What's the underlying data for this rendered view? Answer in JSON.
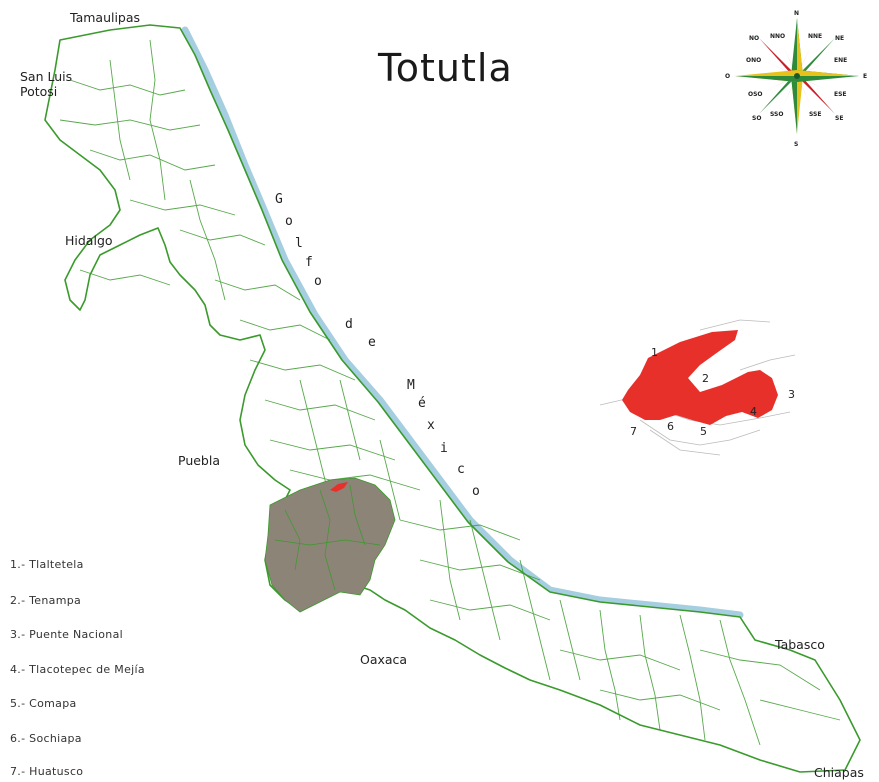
{
  "title": "Totutla",
  "neighbors": {
    "tamaulipas": "Tamaulipas",
    "san_luis_potosi_1": "San Luis",
    "san_luis_potosi_2": "Potosi",
    "hidalgo": "Hidalgo",
    "puebla": "Puebla",
    "oaxaca": "Oaxaca",
    "tabasco": "Tabasco",
    "chiapas": "Chiapas"
  },
  "gulf_letters": [
    "G",
    "o",
    "l",
    "f",
    "o",
    "d",
    "e",
    "M",
    "é",
    "x",
    "i",
    "c",
    "o"
  ],
  "compass": {
    "n": "N",
    "s": "S",
    "e": "E",
    "o": "O",
    "no": "NO",
    "ne": "NE",
    "so": "SO",
    "se": "SE",
    "nno": "NNO",
    "nne": "NNE",
    "ono": "ONO",
    "ene": "ENE",
    "oso": "OSO",
    "ese": "ESE",
    "sso": "SSO",
    "sse": "SSE"
  },
  "inset_numbers": [
    "1",
    "2",
    "3",
    "4",
    "5",
    "6",
    "7"
  ],
  "legend": [
    "1.- Tlaltetela",
    "2.- Tenampa",
    "3.- Puente Nacional",
    "4.- Tlacotepec de Mejía",
    "5.- Comapa",
    "6.- Sochiapa",
    "7.- Huatusco"
  ],
  "colors": {
    "border": "#3a9a2c",
    "coast": "#8fc2d8",
    "highlight_region": "#8c8476",
    "municipality": "#e8302a"
  }
}
